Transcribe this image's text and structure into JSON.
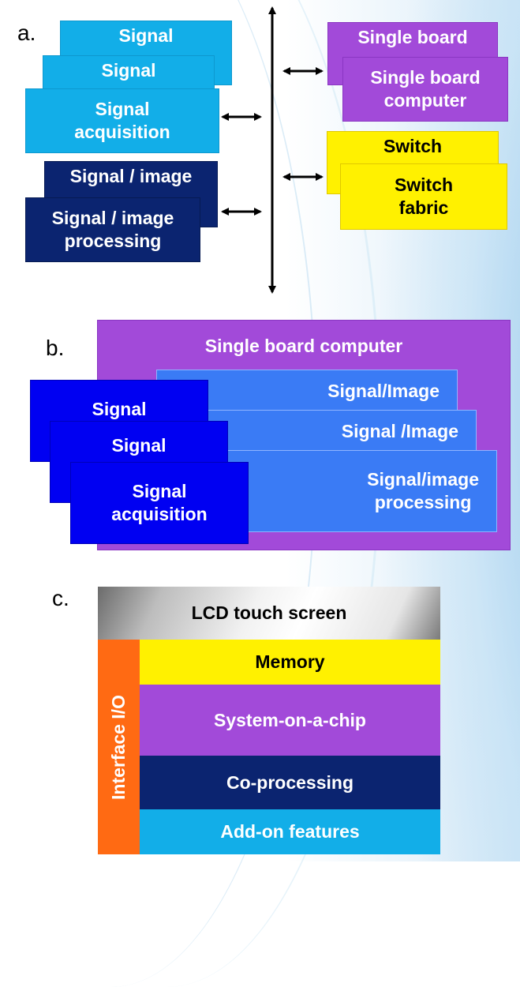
{
  "labels": {
    "a": "a.",
    "b": "b.",
    "c": "c."
  },
  "diagram_a": {
    "signal_back": "Signal",
    "signal_mid": "Signal",
    "signal_front": "Signal\nacquisition",
    "proc_back": "Signal / image",
    "proc_front": "Signal / image\nprocessing",
    "sbc_back": "Single board",
    "sbc_front": "Single board\ncomputer",
    "switch_back": "Switch",
    "switch_front": "Switch\nfabric"
  },
  "diagram_b": {
    "sbc": "Single board computer",
    "sig_back": "Signal",
    "sig_mid": "Signal",
    "sig_front": "Signal\nacquisition",
    "img_back": "Signal/Image",
    "img_mid": "Signal /Image",
    "img_front": "Signal/image\nprocessing"
  },
  "diagram_c": {
    "lcd": "LCD touch screen",
    "memory": "Memory",
    "soc": "System-on-a-chip",
    "coproc": "Co-processing",
    "addon": "Add-on features",
    "interface": "Interface I/O"
  },
  "colors": {
    "cyan": "#12aee8",
    "navy": "#0b2470",
    "purple": "#a24ad9",
    "yellow": "#fff100",
    "blue": "#0000f2",
    "light_blue": "#3a7bf5",
    "orange": "#ff6a13"
  }
}
